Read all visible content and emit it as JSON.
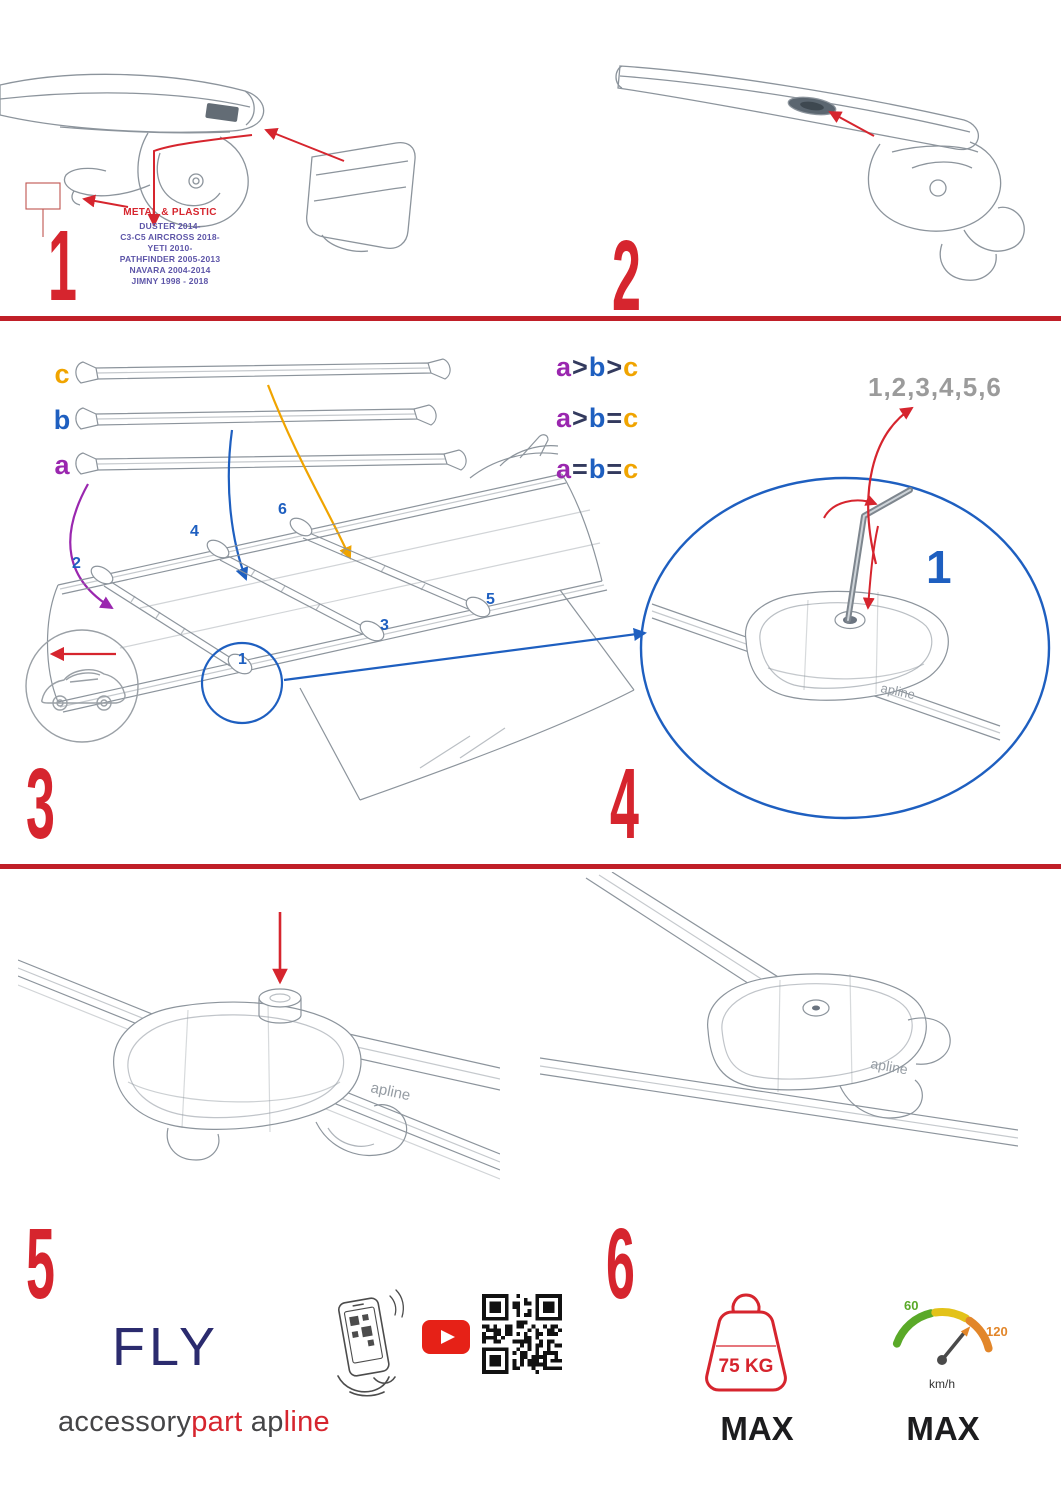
{
  "colors": {
    "accent_red": "#d6252e",
    "divider_red": "#c01f28",
    "blue": "#1e5fc0",
    "purple": "#9a27af",
    "orange": "#f0a400",
    "navy": "#2b2b6e",
    "model_text": "#5d55a8",
    "sequence_gray": "#9b9b9b",
    "drawing_gray": "#8c949c",
    "youtube_red": "#e62117",
    "gauge_green": "#5aa928",
    "gauge_yellow": "#e3c219",
    "gauge_orange": "#e2862a"
  },
  "steps": {
    "s1": {
      "number": "1",
      "material": "METAL & PLASTIC",
      "models": [
        "DUSTER 2014-",
        "C3-C5 AIRCROSS 2018-",
        "YETI 2010-",
        "PATHFINDER 2005-2013",
        "NAVARA 2004-2014",
        "JIMNY 1998 - 2018"
      ]
    },
    "s2": {
      "number": "2"
    },
    "s3": {
      "number": "3",
      "bar_labels": [
        "c",
        "b",
        "a"
      ],
      "legend": [
        [
          "a",
          ">",
          "b",
          ">",
          "c"
        ],
        [
          "a",
          ">",
          "b",
          "=",
          "c"
        ],
        [
          "a",
          "=",
          "b",
          "=",
          "c"
        ]
      ],
      "positions": [
        "1",
        "2",
        "3",
        "4",
        "5",
        "6"
      ]
    },
    "s4": {
      "number": "4",
      "sequence": "1,2,3,4,5,6",
      "first": "1"
    },
    "s5": {
      "number": "5"
    },
    "s6": {
      "number": "6"
    }
  },
  "brand": {
    "product": "FLY",
    "seg_a": "accessory",
    "seg_b": "part",
    "seg_c": " ap",
    "seg_d": "line",
    "mark": "apline"
  },
  "footer": {
    "weight_label": "75 KG",
    "weight_max": "MAX",
    "speed_low": "60",
    "speed_high": "120",
    "speed_unit": "km/h",
    "speed_max": "MAX"
  },
  "icons": {
    "youtube-icon": "red rounded rectangle with white play triangle",
    "qr-code": "square QR pattern with three finder squares",
    "phone-scan-icon": "hand holding phone scanning QR",
    "weight-icon": "red weight outline with handle",
    "speedometer-icon": "color gauge arc with needle",
    "red-arrow": "solid red directional arrow",
    "blue-arrow": "blue callout arrow"
  }
}
